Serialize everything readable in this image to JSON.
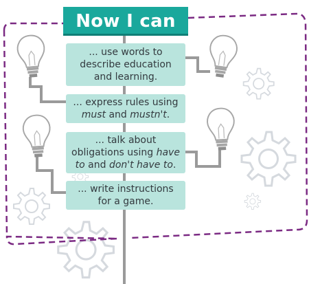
{
  "title": "Now I can ...",
  "steps": [
    {
      "parts": [
        "... use words to",
        "describe education",
        "and learning."
      ]
    },
    {
      "line1": "... express rules using",
      "em1": "must",
      "and": " and ",
      "em2": "mustn't",
      "end": "."
    },
    {
      "line1": "... talk about",
      "line2": "obligations using ",
      "em1": "have",
      "line3a": "to",
      "and": " and ",
      "em2": "don't have to",
      "end": "."
    },
    {
      "parts": [
        "... write instructions",
        "for a game."
      ]
    }
  ],
  "colors": {
    "banner": "#1aa89c",
    "box": "#b9e4dd",
    "dashed_border": "#7b2a83",
    "pipe": "#9a9a9a",
    "gear": "#d7dbe0"
  },
  "icons": [
    "light-bulb-icon",
    "gear-icon"
  ]
}
